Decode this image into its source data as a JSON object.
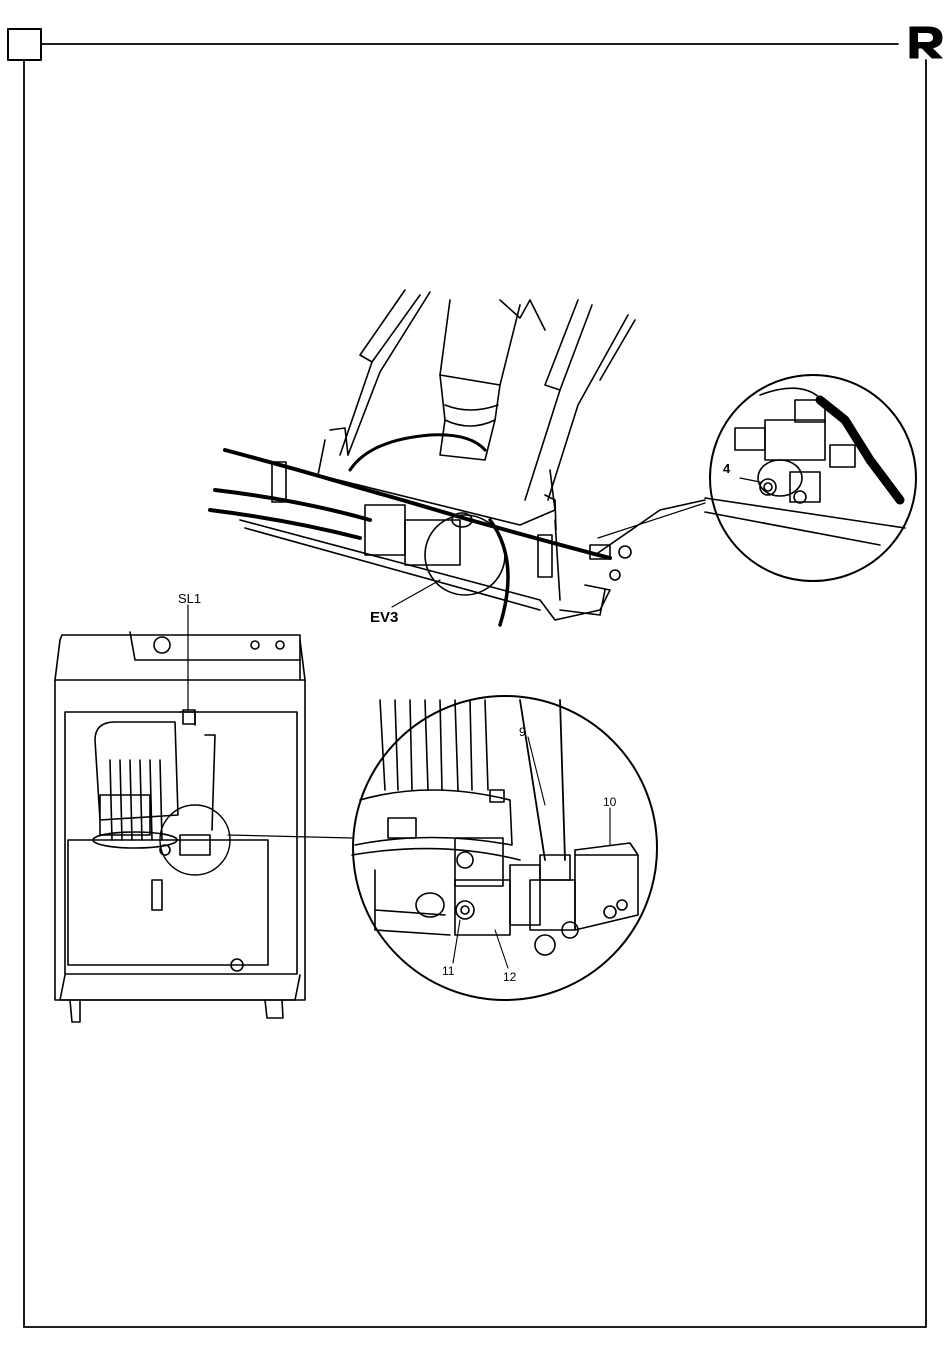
{
  "labels": {
    "sl1": "SL1",
    "ev3": "EV3",
    "part4": "4",
    "part9": "9",
    "part10": "10",
    "part11": "11",
    "part12": "12"
  },
  "icons": {
    "brand_logo": "r-logo-icon",
    "corner_box": "square-box-icon"
  },
  "colors": {
    "ink": "#000000",
    "paper": "#ffffff"
  }
}
